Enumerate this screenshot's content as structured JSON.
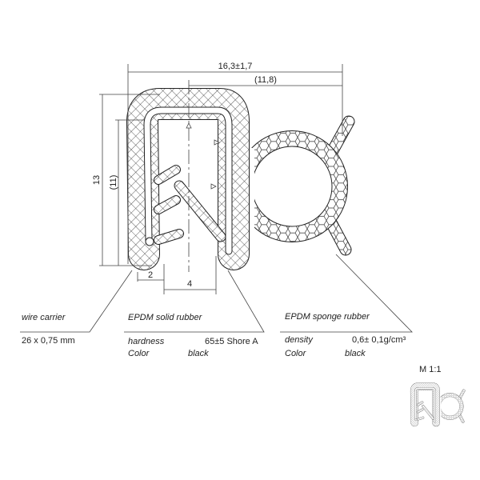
{
  "dimensions": {
    "overall_width": "16,3±1,7",
    "bulb_width": "(11,8)",
    "height": "13",
    "inner_height": "(11)",
    "flange_offset": "2",
    "opening_width": "4"
  },
  "wire_carrier": {
    "title": "wire carrier",
    "spec": "26 x 0,75 mm"
  },
  "solid_rubber": {
    "title": "EPDM solid rubber",
    "hardness_label": "hardness",
    "hardness_value": "65±5 Shore A",
    "color_label": "Color",
    "color_value": "black"
  },
  "sponge_rubber": {
    "title": "EPDM sponge rubber",
    "density_label": "density",
    "density_value": "0,6± 0,1g/cm³",
    "color_label": "Color",
    "color_value": "black"
  },
  "scale": "M 1:1"
}
